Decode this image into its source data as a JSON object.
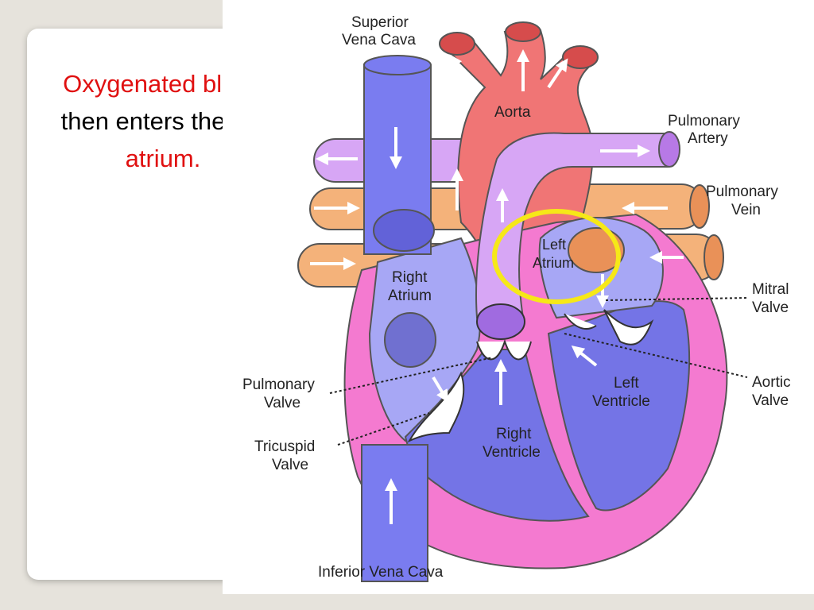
{
  "caption": {
    "part1": "Oxygenated blood",
    "part2": " then enters the ",
    "part3": "left atrium.",
    "highlight_color": "#e01010"
  },
  "labels": {
    "superior_vena_cava_1": "Superior",
    "superior_vena_cava_2": "Vena Cava",
    "aorta": "Aorta",
    "pulmonary_artery_1": "Pulmonary",
    "pulmonary_artery_2": "Artery",
    "pulmonary_vein_1": "Pulmonary",
    "pulmonary_vein_2": "Vein",
    "left_atrium_1": "Left",
    "left_atrium_2": "Atrium",
    "right_atrium_1": "Right",
    "right_atrium_2": "Atrium",
    "mitral_valve_1": "Mitral",
    "mitral_valve_2": "Valve",
    "aortic_valve_1": "Aortic",
    "aortic_valve_2": "Valve",
    "pulmonary_valve_1": "Pulmonary",
    "pulmonary_valve_2": "Valve",
    "left_ventricle_1": "Left",
    "left_ventricle_2": "Ventricle",
    "tricuspid_valve_1": "Tricuspid",
    "tricuspid_valve_2": "Valve",
    "right_ventricle_1": "Right",
    "right_ventricle_2": "Ventricle",
    "inferior_vena_cava": "Inferior Vena Cava"
  },
  "colors": {
    "vena_cava": "#7a7cf0",
    "deoxygenated_vessel": "#d7a6f5",
    "aorta": "#f07575",
    "pulmonary_vein": "#f4b27a",
    "heart_wall": "#f47ad0",
    "right_atrium_chamber": "#a7a7f5",
    "left_atrium_chamber": "#a7a7f5",
    "ventricle": "#7474e6",
    "highlight_ring": "#f6e818"
  }
}
